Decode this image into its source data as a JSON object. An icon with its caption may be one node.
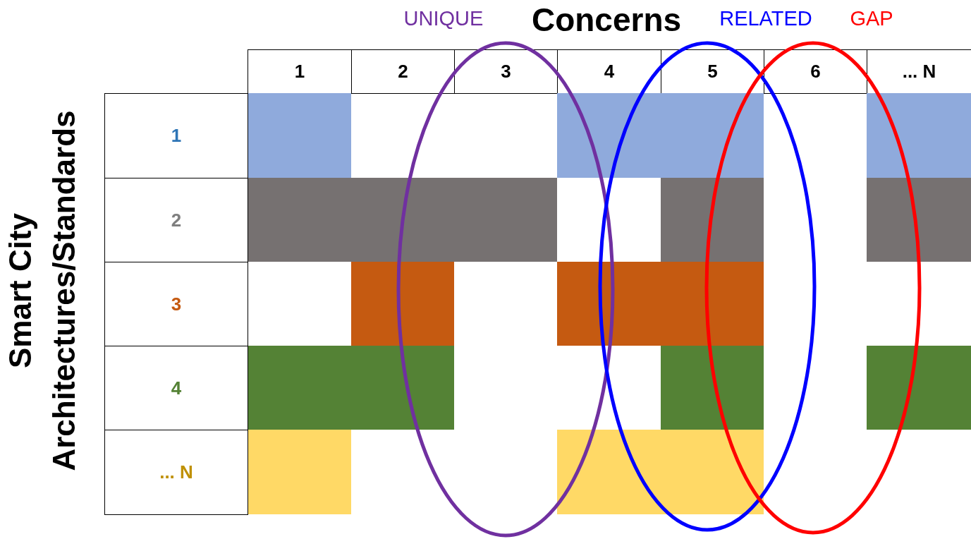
{
  "diagram": {
    "title": "Concerns",
    "nodes": [
      {
        "text": [
          "UNIQUE"
        ]
      },
      {
        "text": [
          "RELATED"
        ]
      },
      {
        "text": [
          "GAP"
        ]
      }
    ],
    "edges": [],
    "labels": [
      "1",
      "2",
      "3",
      "4",
      "5",
      "6",
      "... N",
      "Smart City Architectures/Standards",
      "1",
      "2",
      "3",
      "4",
      "... N"
    ]
  }
}
